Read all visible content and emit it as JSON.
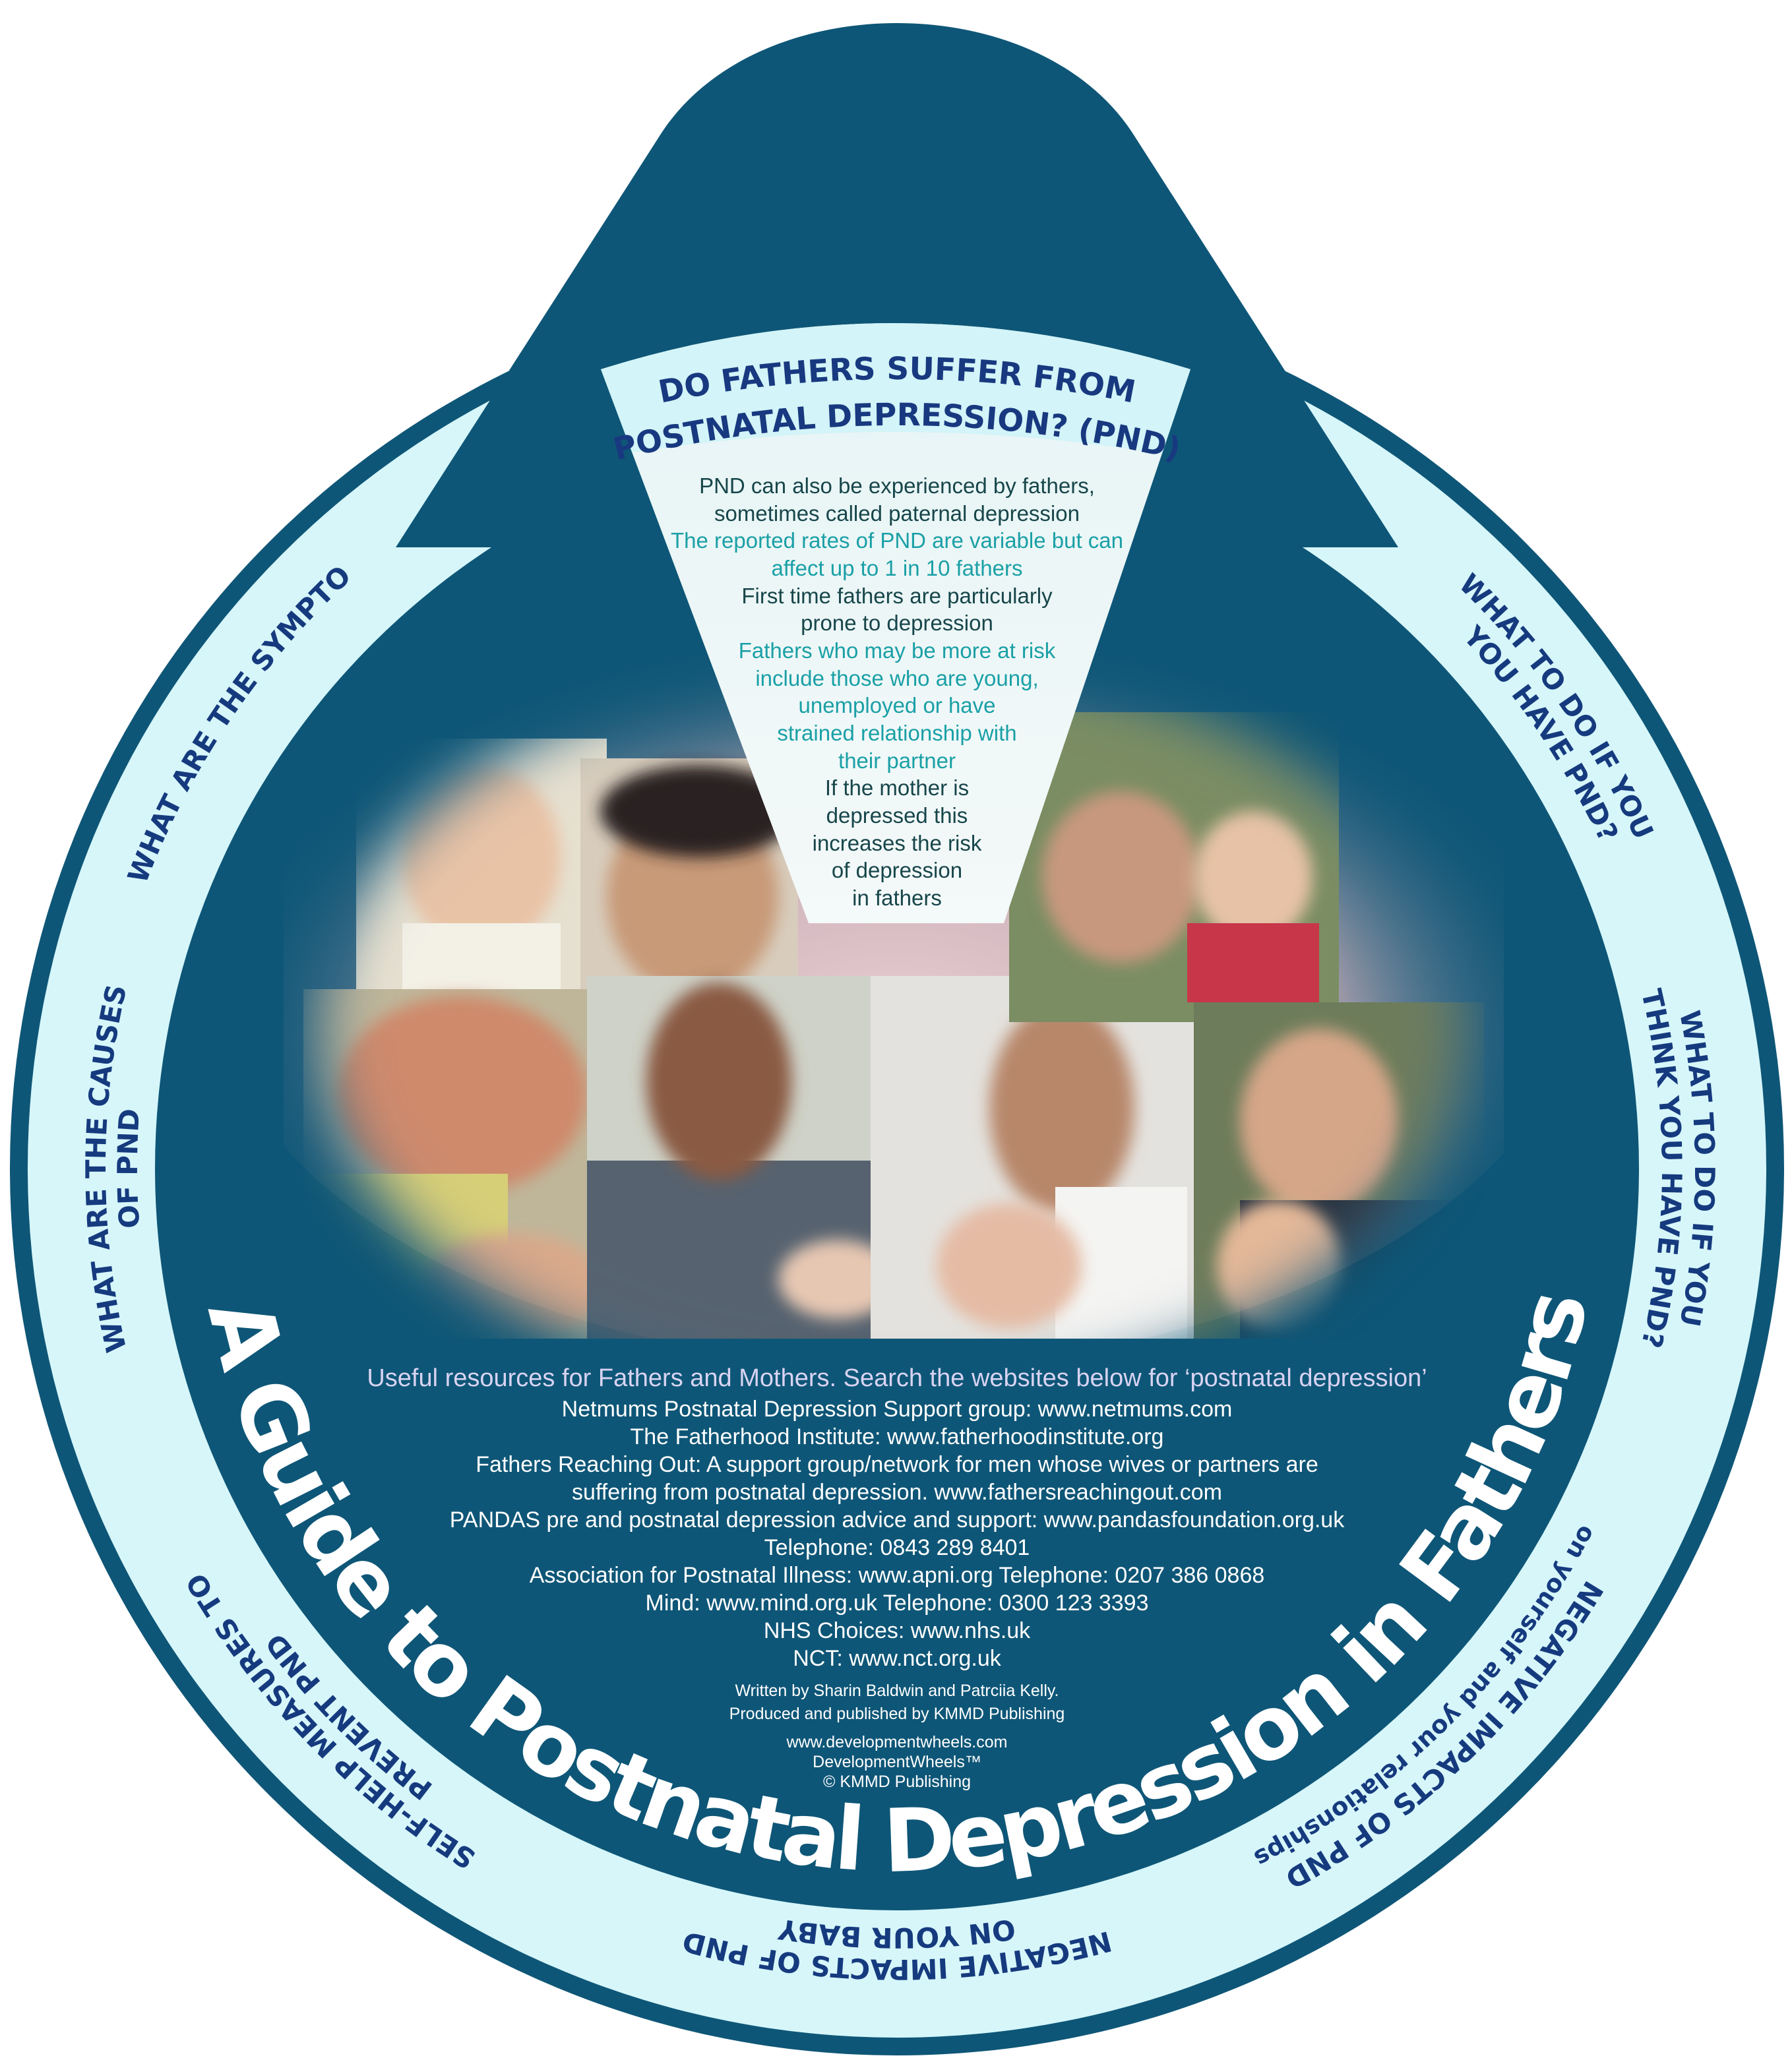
{
  "colors": {
    "wheel_dark": "#0e5677",
    "ring_light": "#d6f6fa",
    "label_navy": "#163a7e",
    "wedge_header": "#d3f4f8",
    "wedge_body": "#eef7f7",
    "text_teal": "#1aa0a6",
    "text_dark": "#17464a",
    "resource_heading": "#d9d3f2"
  },
  "ring_labels": {
    "symptoms": "WHAT ARE THE SYMPTO",
    "todo_top": [
      "WHAT TO DO IF YOU",
      "YOU HAVE PND?"
    ],
    "todo_right": [
      "WHAT TO DO IF YOU",
      "THINK YOU HAVE PND?"
    ],
    "causes": [
      "WHAT ARE THE CAUSES",
      "OF  PND"
    ],
    "self_help": [
      "SELF-HELP MEASURES TO",
      "PREVENT PND"
    ],
    "baby": [
      "NEGATIVE IMPACTS OF PND",
      "ON YOUR BABY"
    ],
    "relationships": [
      "NEGATIVE IMPACTS OF PND",
      "on yourself and your relationships"
    ]
  },
  "wedge": {
    "heading": [
      "DO FATHERS SUFFER FROM",
      "POSTNATAL DEPRESSION? (PND)"
    ],
    "lines": [
      "PND can also be experienced by fathers,",
      "sometimes called paternal depression",
      "The reported rates of PND are variable but can",
      "affect up to 1 in 10 fathers",
      "First time fathers are particularly",
      "prone to depression",
      "Fathers who may be more at risk",
      "include those who are young,",
      "unemployed or have",
      "strained relationship with",
      "their partner",
      "If the mother is",
      "depressed this",
      "increases the risk",
      "of depression",
      "in fathers"
    ]
  },
  "title": "A Guide to Postnatal Depression in Fathers",
  "resources": {
    "heading": "Useful resources for Fathers and Mothers. Search the websites below for ‘postnatal depression’",
    "lines": [
      "Netmums Postnatal Depression Support group: www.netmums.com",
      "The Fatherhood Institute: www.fatherhoodinstitute.org",
      "Fathers Reaching Out: A support group/network for men whose wives or partners are",
      "suffering from postnatal depression. www.fathersreachingout.com",
      "PANDAS pre and postnatal depression advice and support: www.pandasfoundation.org.uk",
      "Telephone: 0843 289 8401",
      "Association for Postnatal Illness: www.apni.org  Telephone: 0207 386 0868",
      "Mind: www.mind.org.uk  Telephone: 0300 123 3393",
      "NHS Choices: www.nhs.uk",
      "NCT: www.nct.org.uk"
    ]
  },
  "credits": {
    "authors": "Written by Sharin Baldwin and Patrciia Kelly.",
    "publisher": "Produced and published by KMMD Publishing",
    "website": "www.developmentwheels.com",
    "trademark": "DevelopmentWheels™",
    "copyright": "© KMMD Publishing"
  }
}
